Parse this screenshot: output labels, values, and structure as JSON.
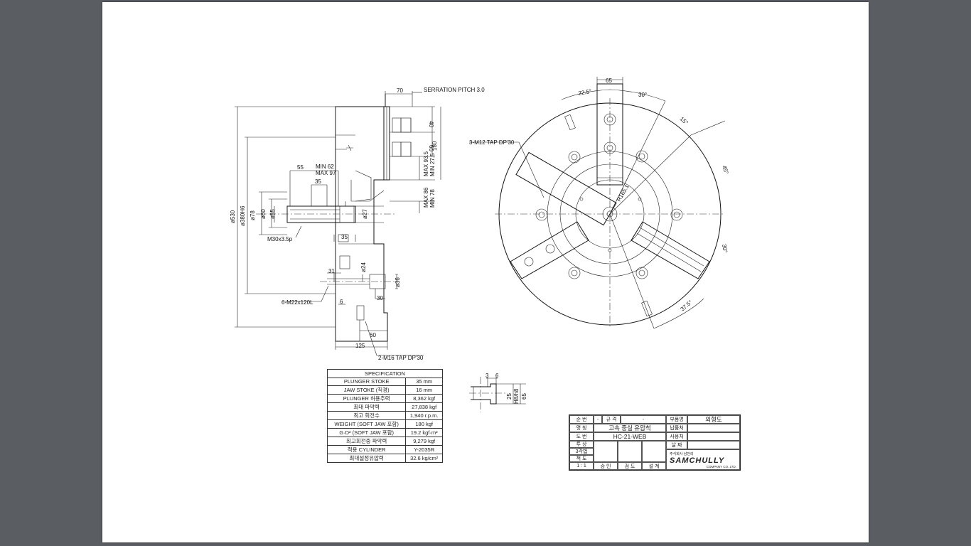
{
  "drawing": {
    "serration_label": "SERRATION PITCH 3.0",
    "tap_label_side": "3-M12 TAP DP'30",
    "bolt_label": "6-M22x120L",
    "tap_label_bottom": "2-M16 TAP DP'30",
    "thread_label": "M30x3.5p",
    "radius_label": "R165.1",
    "dims": {
      "d70": "70",
      "d40": "40",
      "d60a": "60",
      "d180": "180",
      "max935": "MAX 93.5",
      "min275": "MIN 27.5",
      "max86": "MAX 86",
      "min78": "MIN 78",
      "min62": "MIN 62",
      "max97": "MAX 97",
      "d55": "55",
      "d35a": "35",
      "d35b": "35",
      "phi530": "ø530",
      "phi380": "ø380H6",
      "phi78": "ø78",
      "phi60": "ø60",
      "phi55": "ø55",
      "phi27": "ø27",
      "d31": "31",
      "phi24": "ø24",
      "phi36": "ø36",
      "d30": "30",
      "d6": "6",
      "d60b": "60",
      "d125": "125",
      "d65": "65",
      "a225": "22.5°",
      "a30a": "30°",
      "a15": "15°",
      "a45": "45°",
      "a30b": "30°",
      "a375": "37.5°",
      "s3": "3",
      "s6": "6",
      "s25": "25",
      "sh8": "H8/h8",
      "s65": "65"
    }
  },
  "spec": {
    "title": "SPECIFICATION",
    "rows": [
      {
        "label": "PLUNGER STOKE",
        "value": "35  mm"
      },
      {
        "label": "JAW STOKE (직경)",
        "value": "16 mm"
      },
      {
        "label": "PLUNGER 허용추력",
        "value": "8,362 kgf"
      },
      {
        "label": "최대 파악력",
        "value": "27,838 kgf"
      },
      {
        "label": "최고 회전수",
        "value": "1,940 r.p.m."
      },
      {
        "label": "WEIGHT (SOFT JAW 포함)",
        "value": "180 kgf"
      },
      {
        "label": "G·D² (SOFT JAW 포함)",
        "value": "19.2 kgf·m²"
      },
      {
        "label": "최고회전중 파악력",
        "value": "9,279 kgf"
      },
      {
        "label": "적용 CYLINDER",
        "value": "Y-2035R"
      },
      {
        "label": "최대설정유압력",
        "value": "32.6 kg/cm²"
      }
    ]
  },
  "title_block": {
    "r1a": "순 번",
    "r1b": "-",
    "r1c": "규 격",
    "r1d": "-",
    "r1e": "부품명",
    "r1f": "외형도",
    "r2a": "명 칭",
    "r2b": "고속 중실 유압척",
    "r2c": "납품처",
    "r3a": "도 번",
    "r3b": "HC-21-WEB",
    "r3c": "사용처",
    "r4a": "투 상",
    "r4b": "3각법",
    "r4c": "날 짜",
    "r5a": "척 도",
    "r5b": "1 : 1",
    "sign": [
      "승 인",
      "검 도",
      "설 계"
    ],
    "company_small": "주식회사 삼천리",
    "company": "SAMCHULLY",
    "company_sub": "COMPANY CO.,LTD."
  }
}
